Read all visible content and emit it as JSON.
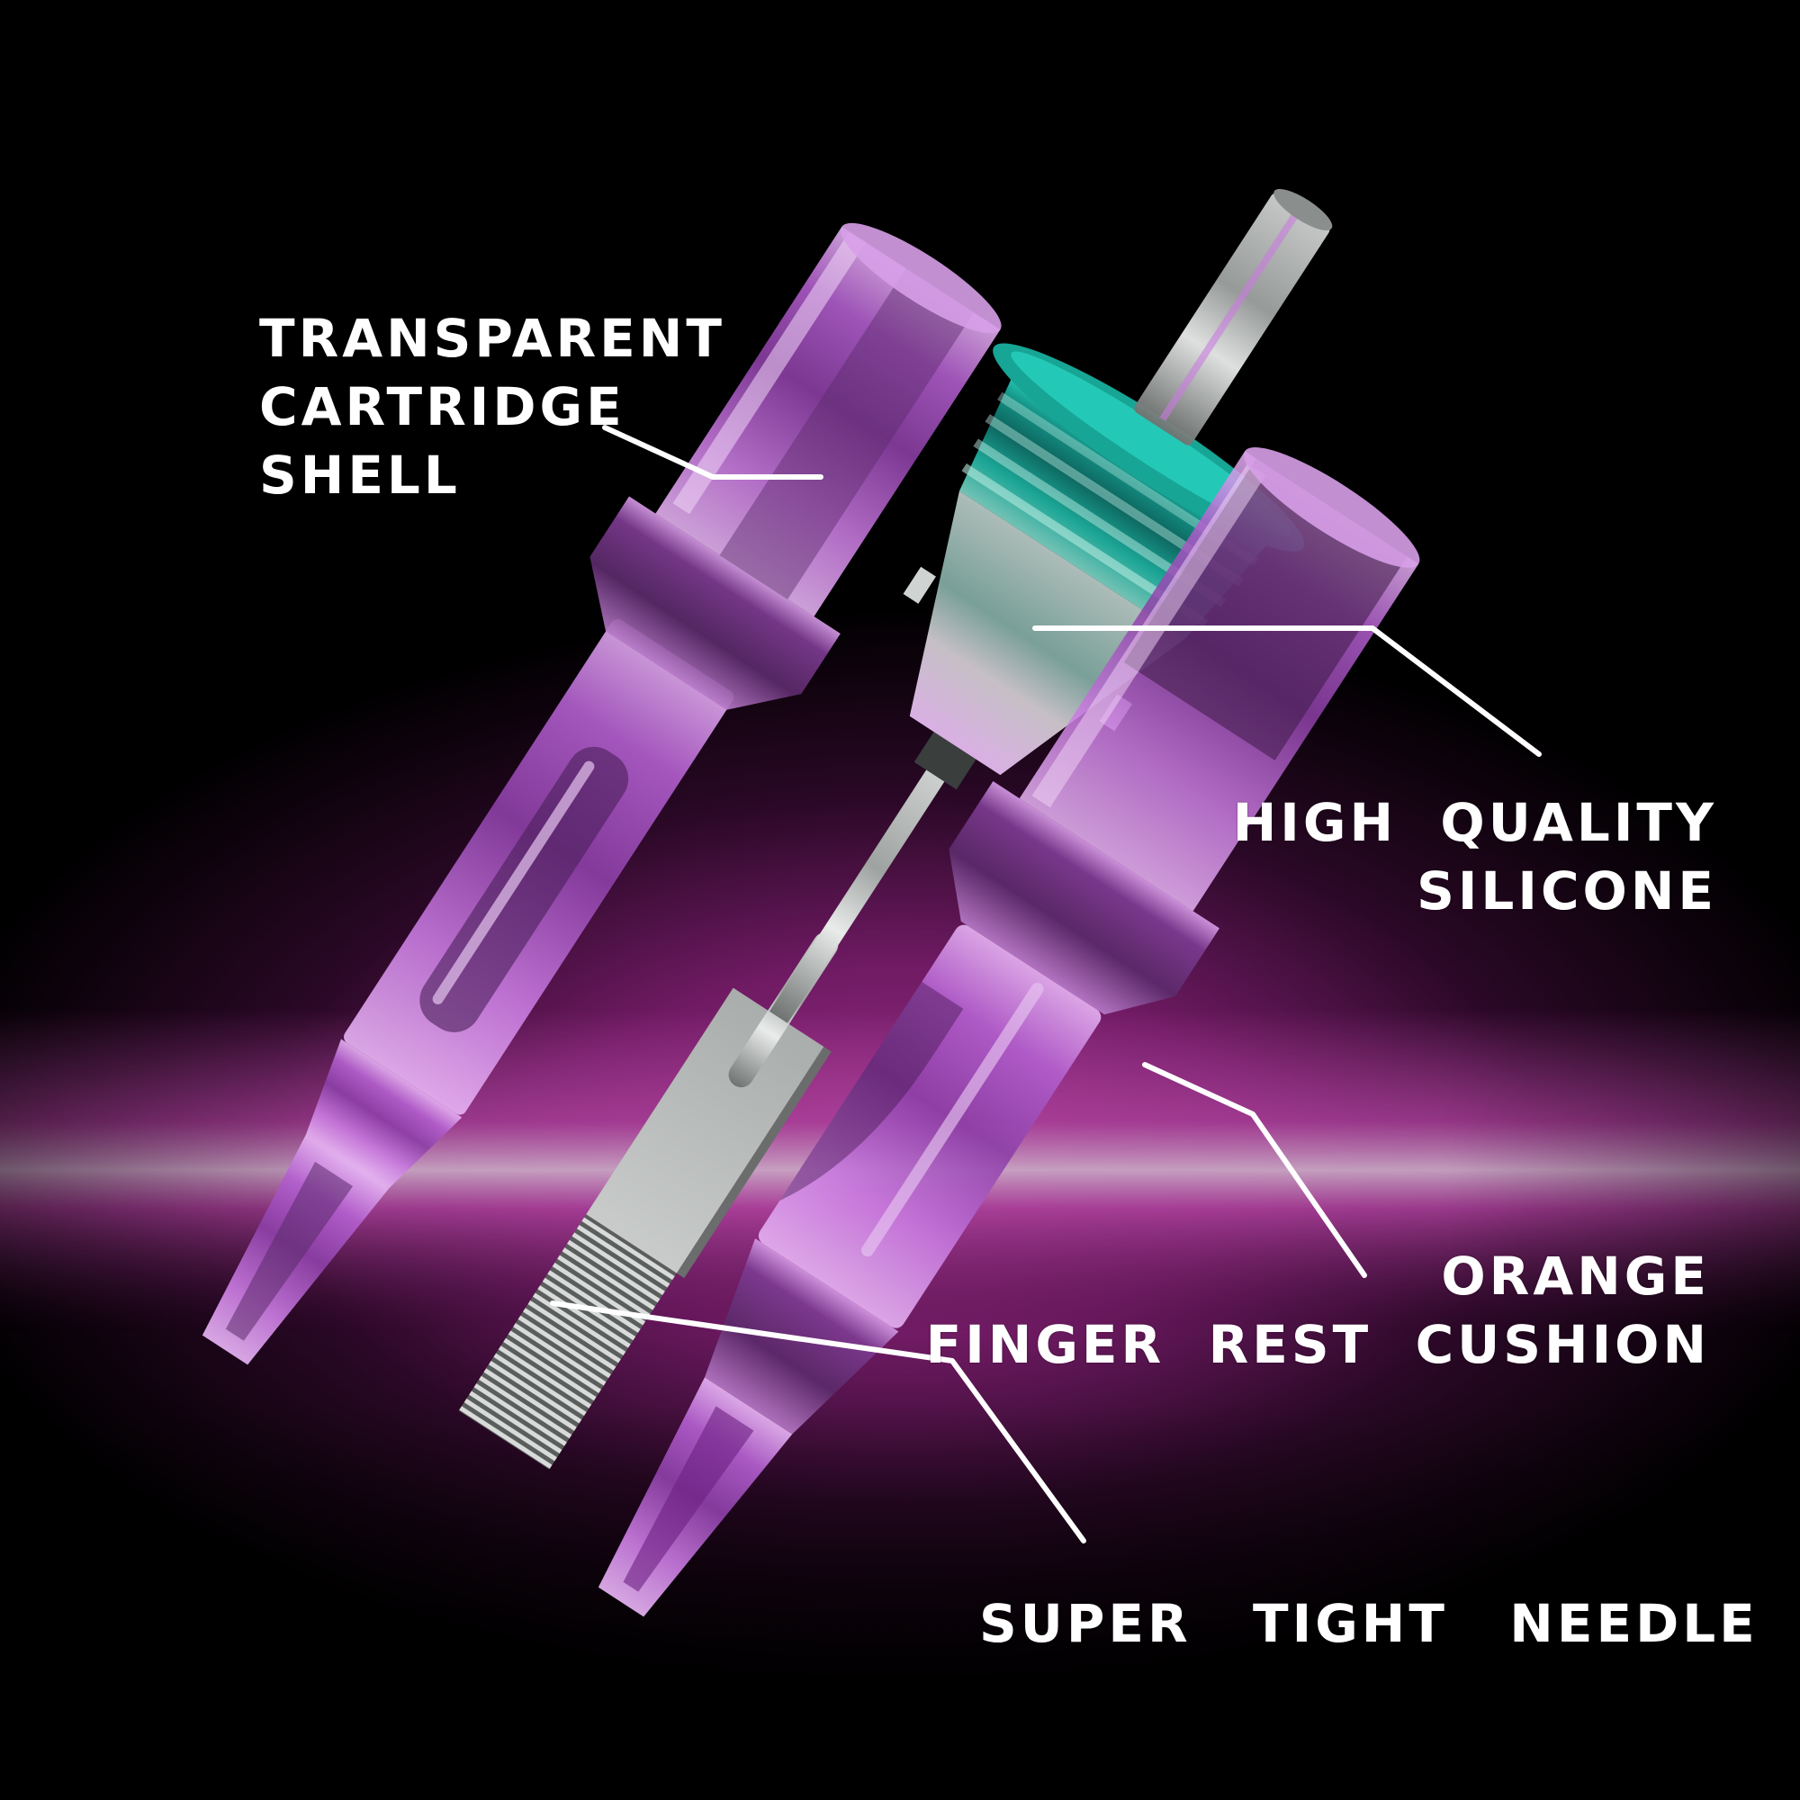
{
  "illustration": {
    "subject": "Tattoo cartridge needle exploded view",
    "colors": {
      "background": "#000000",
      "glow_band": "#b0449f",
      "glow_highlight": "#c9a6c4",
      "cartridge_purple": "#c97be0",
      "cartridge_dark": "#5b2a6a",
      "silicone_teal": "#1fb8a6",
      "needle_steel": "#b9bdbb",
      "callout_line": "#ffffff",
      "label_text": "#ffffff"
    },
    "components": [
      {
        "id": "left-cartridge",
        "name": "Transparent cartridge shell (assembled view)"
      },
      {
        "id": "needle-assembly",
        "name": "Needle bar with teal silicone membrane and needle grouping"
      },
      {
        "id": "right-cartridge",
        "name": "Cartridge shell with finger rest"
      }
    ]
  },
  "callouts": [
    {
      "id": "shell",
      "lines": [
        "TRANSPARENT",
        "CARTRIDGE",
        "SHELL"
      ],
      "align": "left"
    },
    {
      "id": "silicone",
      "lines": [
        "HIGH  QUALITY",
        "SILICONE"
      ],
      "align": "right"
    },
    {
      "id": "cushion",
      "lines": [
        "ORANGE",
        "FINGER  REST  CUSHION"
      ],
      "align": "right"
    },
    {
      "id": "needle",
      "lines": [
        "SUPER  TIGHT  NEEDLE"
      ],
      "align": "left"
    }
  ]
}
